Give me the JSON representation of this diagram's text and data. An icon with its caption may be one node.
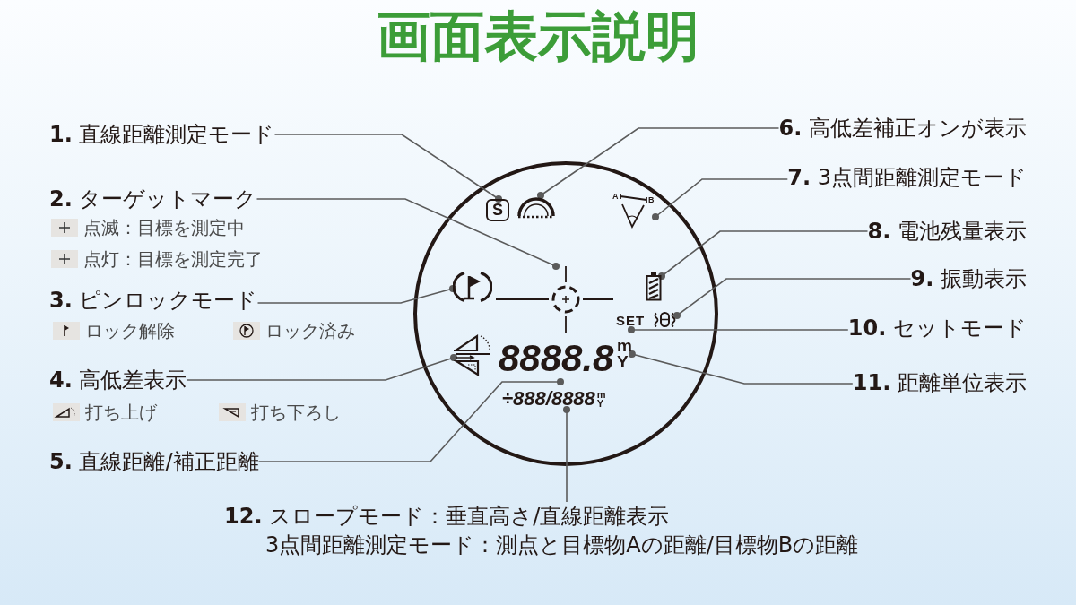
{
  "diagram": {
    "title": "画面表示説明",
    "nodes": [
      {
        "text": [
          "**1.** 直線距離測定モード"
        ]
      },
      {
        "text": [
          "**2.** ターゲットマーク"
        ]
      },
      {
        "text": [
          "**3.** ピンロックモード"
        ]
      },
      {
        "text": [
          "**4.** 高低差表示"
        ]
      },
      {
        "text": [
          "**5.** 直線距離/補正距離"
        ]
      },
      {
        "text": [
          "**6.** 高低差補正オンが表示"
        ]
      },
      {
        "text": [
          "**7.** 3点間距離測定モード"
        ]
      },
      {
        "text": [
          "**8.** 電池残量表示"
        ]
      },
      {
        "text": [
          "**9.** 振動表示"
        ]
      },
      {
        "text": [
          "**10.** セットモード"
        ]
      },
      {
        "text": [
          "**11.** 距離単位表示"
        ]
      },
      {
        "text": [
          "**12.** スロープモード：垂直高さ/直線距離表示",
          "3点間距離測定モード：測点と目標物Aの距離/目標物Bの距離"
        ]
      },
      {
        "text": [],
        "shape": "circle"
      },
      {
        "text": [
          "S"
        ],
        "in": 12
      },
      {
        "text": [],
        "shape": "picture",
        "in": 12
      },
      {
        "text": [
          "A",
          "B"
        ],
        "in": 12
      },
      {
        "text": [],
        "shape": "picture",
        "in": 12
      },
      {
        "text": [],
        "shape": "picture",
        "in": 12
      },
      {
        "text": [],
        "shape": "picture",
        "in": 12
      },
      {
        "text": [
          "SET"
        ],
        "in": 12
      },
      {
        "text": [],
        "shape": "picture",
        "in": 12
      },
      {
        "text": [],
        "shape": "picture",
        "in": 12
      },
      {
        "text": [
          "8888.8"
        ],
        "in": 12
      },
      {
        "text": [
          "m",
          "Y"
        ],
        "in": 12
      },
      {
        "text": [
          "÷888/8888",
          "m",
          "Y"
        ],
        "in": 12
      }
    ],
    "edges": [
      {
        "from": 0,
        "to": 13,
        "arrow": "other"
      },
      {
        "from": 1,
        "to": 17,
        "arrow": "other"
      },
      {
        "from": 2,
        "to": 16,
        "arrow": "other"
      },
      {
        "from": 3,
        "to": 21,
        "arrow": "other"
      },
      {
        "from": 4,
        "to": 22,
        "arrow": "other"
      },
      {
        "from": 5,
        "to": 14,
        "arrow": "other"
      },
      {
        "from": 6,
        "to": 15,
        "arrow": "other"
      },
      {
        "from": 7,
        "to": 18,
        "arrow": "other"
      },
      {
        "from": 8,
        "to": 20,
        "arrow": "other"
      },
      {
        "from": 9,
        "to": 19,
        "arrow": "other"
      },
      {
        "from": 10,
        "to": 23,
        "arrow": "other"
      },
      {
        "from": 11,
        "to": 24,
        "arrow": "other"
      }
    ],
    "labels": [
      "点滅：目標を測定中",
      "点灯：目標を測定完了",
      "ロック解除",
      "ロック済み",
      "打ち上げ",
      "打ち下ろし"
    ]
  }
}
